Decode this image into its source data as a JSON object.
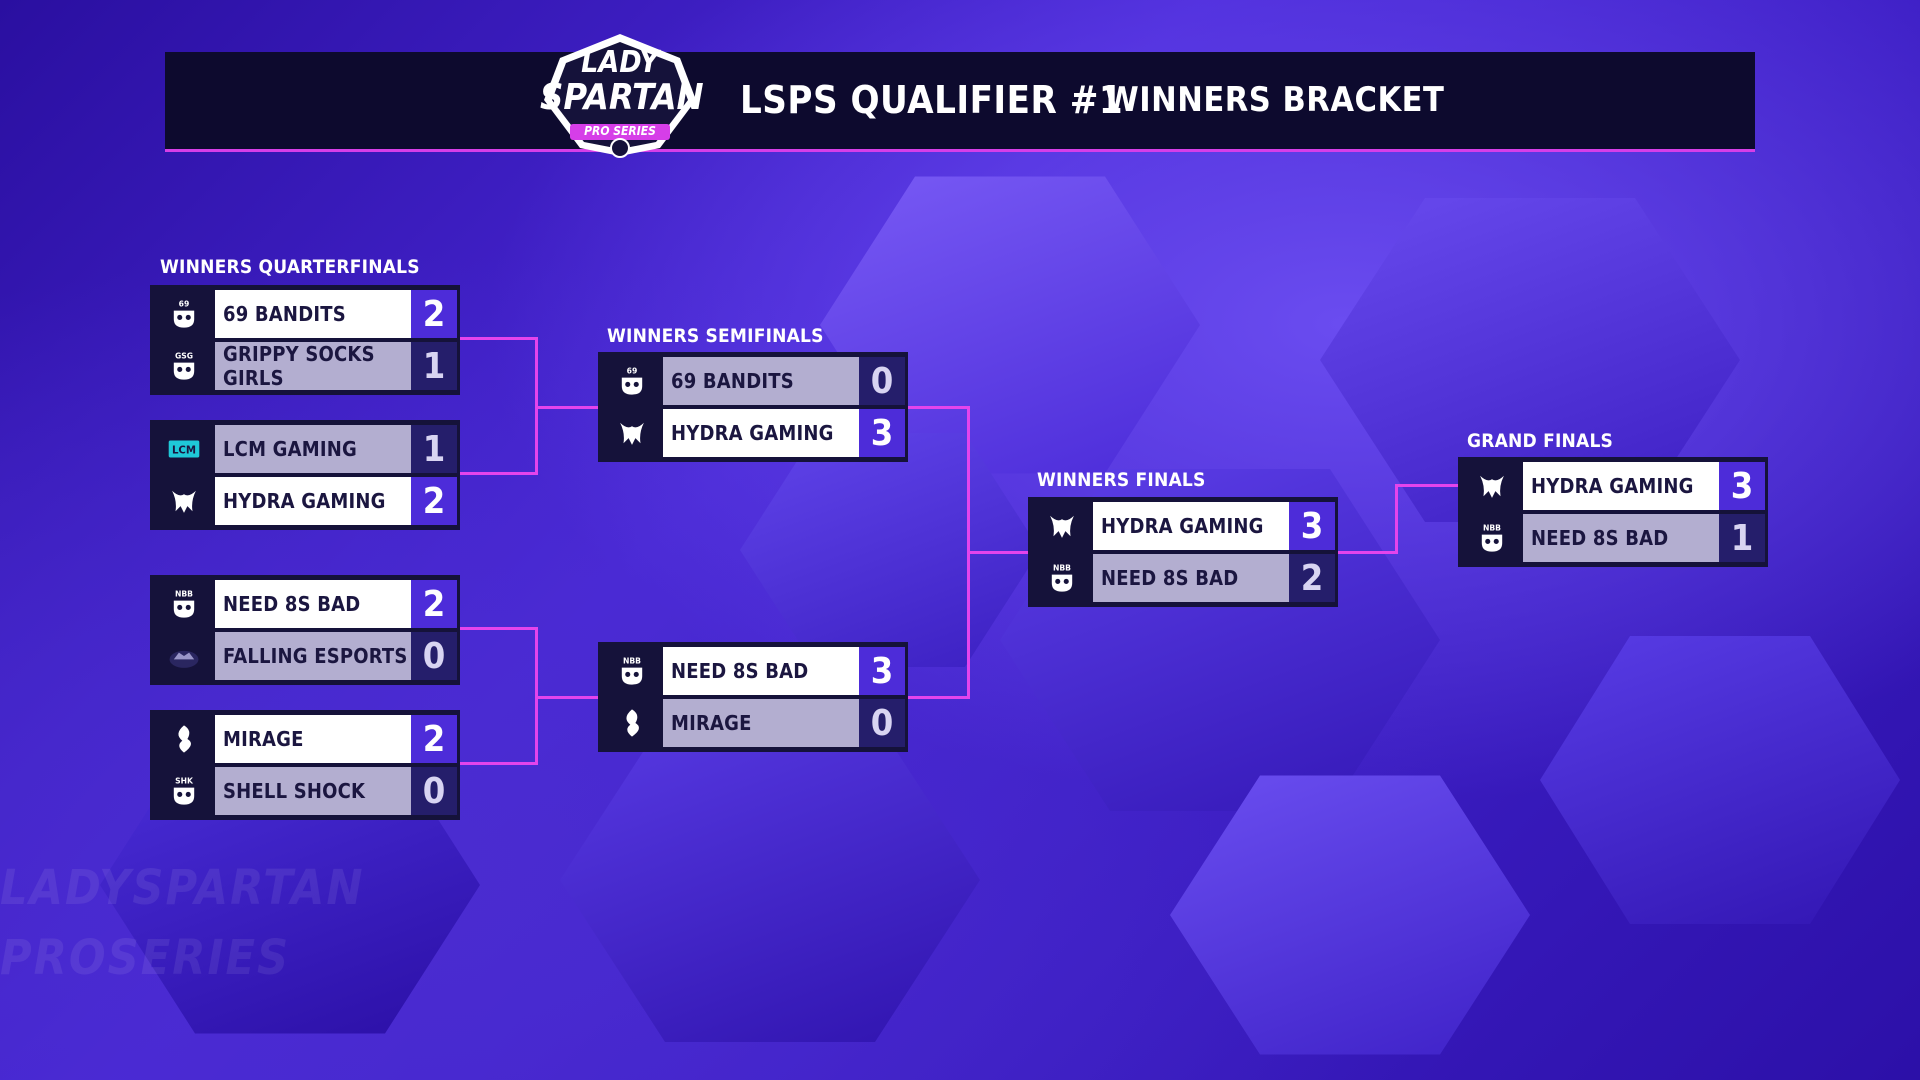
{
  "header": {
    "logo_line1": "LADY",
    "logo_line2": "SPARTAN",
    "logo_line3": "PRO SERIES",
    "title": "LSPS QUALIFIER #1",
    "subtitle": "WINNERS BRACKET"
  },
  "colors": {
    "accent": "#e444ec",
    "header_bg": "#0d0a2e",
    "winner_score_bg": "#4d2cd9",
    "loser_row_bg": "#b3aed0"
  },
  "rounds": {
    "quarterfinals": "WINNERS QUARTERFINALS",
    "semifinals": "WINNERS SEMIFINALS",
    "finals": "WINNERS FINALS",
    "grand_finals": "GRAND FINALS"
  },
  "matches": {
    "qf1": {
      "teams": [
        {
          "name": "69 BANDITS",
          "score": "2",
          "logo_text": "69",
          "icon": "69-bandits-logo"
        },
        {
          "name": "GRIPPY SOCKS GIRLS",
          "score": "1",
          "logo_text": "GSG",
          "icon": "grippy-socks-girls-logo"
        }
      ]
    },
    "qf2": {
      "teams": [
        {
          "name": "LCM GAMING",
          "score": "1",
          "logo_text": "LCM",
          "icon": "lcm-gaming-logo"
        },
        {
          "name": "HYDRA GAMING",
          "score": "2",
          "logo_text": "",
          "icon": "hydra-gaming-logo"
        }
      ]
    },
    "qf3": {
      "teams": [
        {
          "name": "NEED 8S BAD",
          "score": "2",
          "logo_text": "NBB",
          "icon": "need-8s-bad-logo"
        },
        {
          "name": "FALLING ESPORTS",
          "score": "0",
          "logo_text": "",
          "icon": "falling-esports-logo"
        }
      ]
    },
    "qf4": {
      "teams": [
        {
          "name": "MIRAGE",
          "score": "2",
          "logo_text": "",
          "icon": "mirage-logo"
        },
        {
          "name": "SHELL SHOCK",
          "score": "0",
          "logo_text": "SHK",
          "icon": "shell-shock-logo"
        }
      ]
    },
    "sf1": {
      "teams": [
        {
          "name": "69 BANDITS",
          "score": "0",
          "logo_text": "69",
          "icon": "69-bandits-logo"
        },
        {
          "name": "HYDRA GAMING",
          "score": "3",
          "logo_text": "",
          "icon": "hydra-gaming-logo"
        }
      ]
    },
    "sf2": {
      "teams": [
        {
          "name": "NEED 8S BAD",
          "score": "3",
          "logo_text": "NBB",
          "icon": "need-8s-bad-logo"
        },
        {
          "name": "MIRAGE",
          "score": "0",
          "logo_text": "",
          "icon": "mirage-logo"
        }
      ]
    },
    "f": {
      "teams": [
        {
          "name": "HYDRA GAMING",
          "score": "3",
          "logo_text": "",
          "icon": "hydra-gaming-logo"
        },
        {
          "name": "NEED 8S BAD",
          "score": "2",
          "logo_text": "NBB",
          "icon": "need-8s-bad-logo"
        }
      ]
    },
    "gf": {
      "teams": [
        {
          "name": "HYDRA GAMING",
          "score": "3",
          "logo_text": "",
          "icon": "hydra-gaming-logo"
        },
        {
          "name": "NEED 8S BAD",
          "score": "1",
          "logo_text": "NBB",
          "icon": "need-8s-bad-logo"
        }
      ]
    }
  }
}
